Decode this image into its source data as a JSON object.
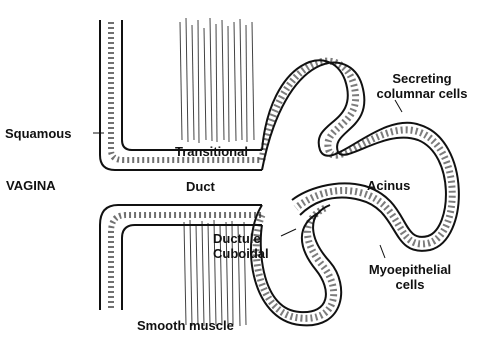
{
  "labels": {
    "vagina": "VAGINA",
    "squamous": "Squamous",
    "transitional": "Transitional",
    "duct": "Duct",
    "secreting_line1": "Secreting",
    "secreting_line2": "columnar cells",
    "acinus": "Acinus",
    "ductule": "Ductule",
    "cuboidal": "Cuboidal",
    "myo_line1": "Myoepithelial",
    "myo_line2": "cells",
    "smooth_muscle": "Smooth muscle"
  },
  "colors": {
    "ink": "#111111",
    "paper": "#ffffff"
  }
}
